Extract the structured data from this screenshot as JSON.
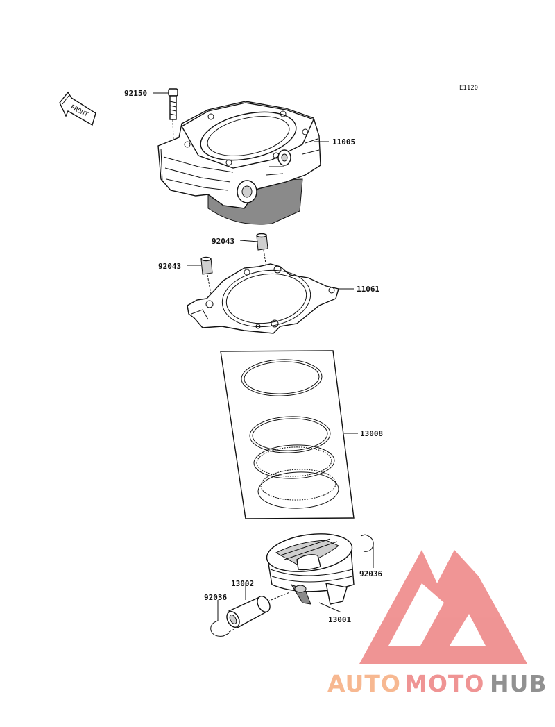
{
  "diagram_code": "E1120",
  "front_label": "FRONT",
  "callouts": [
    {
      "id": "bolt",
      "number": "92150"
    },
    {
      "id": "cylinder",
      "number": "11005"
    },
    {
      "id": "dowel-upper",
      "number": "92043"
    },
    {
      "id": "dowel-lower",
      "number": "92043"
    },
    {
      "id": "gasket",
      "number": "11061"
    },
    {
      "id": "ring-set",
      "number": "13008"
    },
    {
      "id": "circlip-right",
      "number": "92036"
    },
    {
      "id": "piston-pin",
      "number": "13002"
    },
    {
      "id": "circlip-left",
      "number": "92036"
    },
    {
      "id": "piston",
      "number": "13001"
    }
  ],
  "watermark": {
    "word_part1": "AUTO",
    "word_part2": "MOTO",
    "word_part3": "HUB",
    "color_orange": "#f7b58c",
    "color_red": "#ef8f8f",
    "color_gray": "#8c8c8c"
  }
}
